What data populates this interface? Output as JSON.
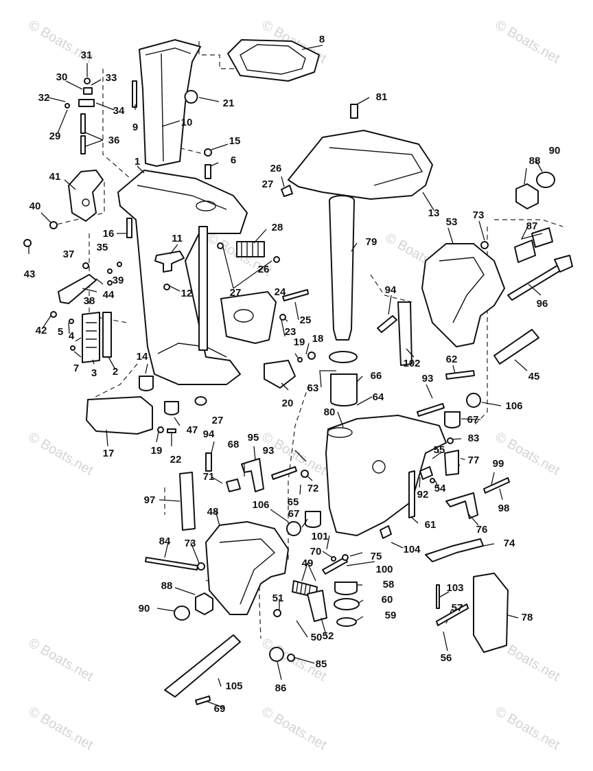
{
  "diagram": {
    "watermark": "© Boats.net",
    "labels": [
      "1",
      "2",
      "3",
      "4",
      "5",
      "6",
      "7",
      "8",
      "9",
      "10",
      "11",
      "12",
      "13",
      "14",
      "15",
      "16",
      "17",
      "18",
      "19",
      "19",
      "20",
      "21",
      "22",
      "23",
      "24",
      "25",
      "26",
      "26",
      "27",
      "27",
      "27",
      "28",
      "29",
      "30",
      "31",
      "32",
      "33",
      "34",
      "35",
      "36",
      "37",
      "38",
      "39",
      "40",
      "41",
      "42",
      "43",
      "44",
      "45",
      "47",
      "48",
      "49",
      "50",
      "51",
      "52",
      "53",
      "54",
      "55",
      "56",
      "57",
      "58",
      "59",
      "60",
      "61",
      "62",
      "63",
      "64",
      "65",
      "66",
      "67",
      "67",
      "68",
      "69",
      "70",
      "71",
      "72",
      "73",
      "73",
      "74",
      "75",
      "76",
      "77",
      "78",
      "79",
      "80",
      "81",
      "83",
      "84",
      "85",
      "86",
      "87",
      "88",
      "88",
      "90",
      "90",
      "92",
      "93",
      "93",
      "94",
      "94",
      "95",
      "96",
      "97",
      "98",
      "99",
      "100",
      "101",
      "102",
      "103",
      "104",
      "105",
      "106",
      "106"
    ]
  }
}
